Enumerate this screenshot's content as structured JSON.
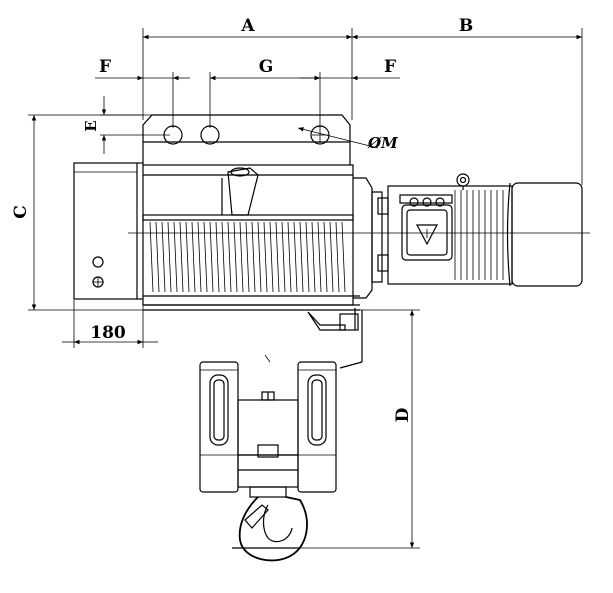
{
  "labels": {
    "A": "A",
    "B": "B",
    "C": "C",
    "D": "D",
    "E": "E",
    "F_left": "F",
    "F_right": "F",
    "G": "G",
    "M": "ØM",
    "dim_180": "180"
  }
}
